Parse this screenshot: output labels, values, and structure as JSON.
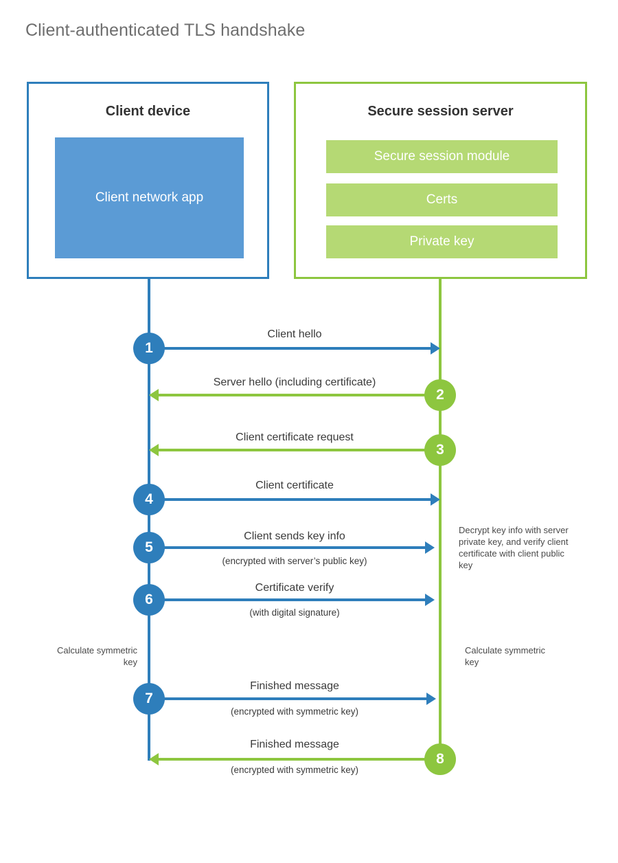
{
  "title": "Client-authenticated TLS handshake",
  "colors": {
    "client_blue": "#2e7ebb",
    "client_app_fill": "#5b9bd5",
    "server_green": "#8dc63f",
    "server_bar_fill": "#b5d974",
    "title_gray": "#6e6e6e",
    "text_dark": "#3a3a3a",
    "background": "#ffffff"
  },
  "client": {
    "title": "Client device",
    "app_label": "Client network app"
  },
  "server": {
    "title": "Secure session server",
    "components": [
      {
        "label": "Secure session module"
      },
      {
        "label": "Certs"
      },
      {
        "label": "Private key"
      }
    ]
  },
  "steps": [
    {
      "number": "1",
      "label": "Client hello",
      "sublabel": "",
      "direction": "client-to-server",
      "color": "blue"
    },
    {
      "number": "2",
      "label": "Server hello (including certificate)",
      "sublabel": "",
      "direction": "server-to-client",
      "color": "green"
    },
    {
      "number": "3",
      "label": "Client certificate request",
      "sublabel": "",
      "direction": "server-to-client",
      "color": "green"
    },
    {
      "number": "4",
      "label": "Client certificate",
      "sublabel": "",
      "direction": "client-to-server",
      "color": "blue"
    },
    {
      "number": "5",
      "label": "Client sends key info",
      "sublabel": "(encrypted with server’s public key)",
      "direction": "client-to-server",
      "color": "blue"
    },
    {
      "number": "6",
      "label": "Certificate verify",
      "sublabel": "(with digital signature)",
      "direction": "client-to-server",
      "color": "blue"
    },
    {
      "number": "7",
      "label": "Finished message",
      "sublabel": "(encrypted with symmetric key)",
      "direction": "client-to-server",
      "color": "blue"
    },
    {
      "number": "8",
      "label": "Finished message",
      "sublabel": "(encrypted with symmetric key)",
      "direction": "server-to-client",
      "color": "green"
    }
  ],
  "notes": {
    "server_decrypt": "Decrypt key info with server private key, and verify client certificate with client public key",
    "client_calculate": "Calculate symmetric key",
    "server_calculate": "Calculate symmetric key"
  }
}
